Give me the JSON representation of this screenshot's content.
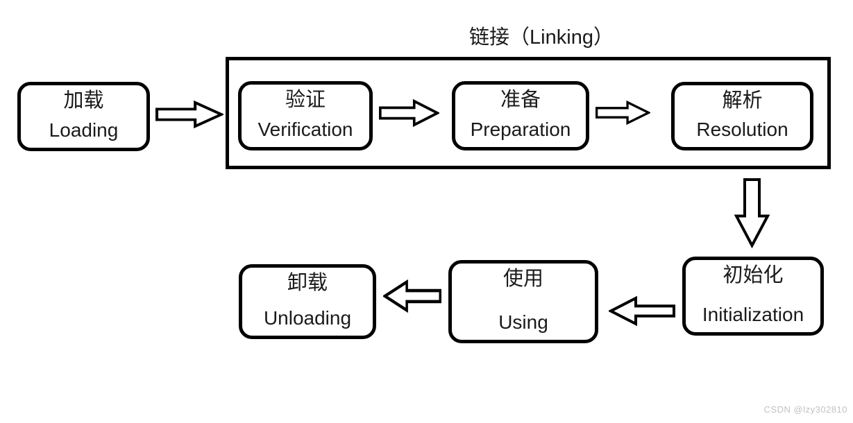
{
  "title": "链接（Linking）",
  "nodes": [
    {
      "id": "loading",
      "zh": "加载",
      "en": "Loading"
    },
    {
      "id": "verification",
      "zh": "验证",
      "en": "Verification"
    },
    {
      "id": "preparation",
      "zh": "准备",
      "en": "Preparation"
    },
    {
      "id": "resolution",
      "zh": "解析",
      "en": "Resolution"
    },
    {
      "id": "initialization",
      "zh": "初始化",
      "en": "Initialization"
    },
    {
      "id": "using",
      "zh": "使用",
      "en": "Using"
    },
    {
      "id": "unloading",
      "zh": "卸载",
      "en": "Unloading"
    }
  ],
  "group": {
    "label": "链接（Linking）",
    "contains": [
      "verification",
      "preparation",
      "resolution"
    ]
  },
  "arrows": [
    {
      "from": "loading",
      "to": "linking-group",
      "direction": "right"
    },
    {
      "from": "verification",
      "to": "preparation",
      "direction": "right"
    },
    {
      "from": "preparation",
      "to": "resolution",
      "direction": "right"
    },
    {
      "from": "linking-group",
      "to": "initialization",
      "direction": "down"
    },
    {
      "from": "initialization",
      "to": "using",
      "direction": "left"
    },
    {
      "from": "using",
      "to": "unloading",
      "direction": "left"
    }
  ],
  "watermark": "CSDN @lzy302810",
  "colors": {
    "stroke": "#000000",
    "fill": "#ffffff",
    "text": "#1a1a1a",
    "watermark": "#c2c2c2"
  }
}
